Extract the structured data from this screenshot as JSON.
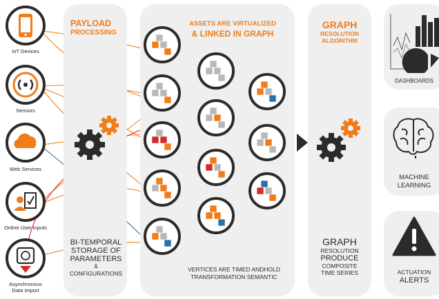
{
  "sources": [
    {
      "label": "IoT Devices"
    },
    {
      "label": "Sensors"
    },
    {
      "label": "Web Services"
    },
    {
      "label": "Online User Inputs"
    },
    {
      "label": "Asynchronous\nData Import"
    }
  ],
  "payload": {
    "title_1": "PAYLOAD",
    "title_2": "PROCESSING",
    "storage_1": "BI-TEMPORAL",
    "storage_2": "STORAGE OF",
    "storage_3": "PARAMETERS",
    "storage_4": "&",
    "storage_5": "CONFIGURATIONS"
  },
  "assets": {
    "title_1": "ASSETS ARE VIRTUALIZED",
    "title_2": "& LINKED IN GRAPH",
    "footer_1": "VERTICES ARE TIMED ANDHOLD",
    "footer_2": "TRANSFORMATION SEMANTIC"
  },
  "graph": {
    "title_1": "GRAPH",
    "title_2": "RESOLUTION",
    "title_3": "ALGORITHM",
    "bottom_1": "GRAPH",
    "bottom_2": "RESOLUTION",
    "bottom_3": "PRODUCE",
    "bottom_4": "COMPOSITE",
    "bottom_5": "TIME SERIES"
  },
  "outputs": {
    "dashboards": "DASHBOARDS",
    "ml_1": "MACHINE",
    "ml_2": "LEARNING",
    "alerts_1": "ACTUATION",
    "alerts_2": "ALERTS"
  },
  "colors": {
    "accent": "#ef7d1a",
    "dark": "#2b2b2b",
    "panel": "#efefef",
    "red": "#d42a2a",
    "blue": "#2f6fa3",
    "gray_cube": "#b8b8b8"
  }
}
